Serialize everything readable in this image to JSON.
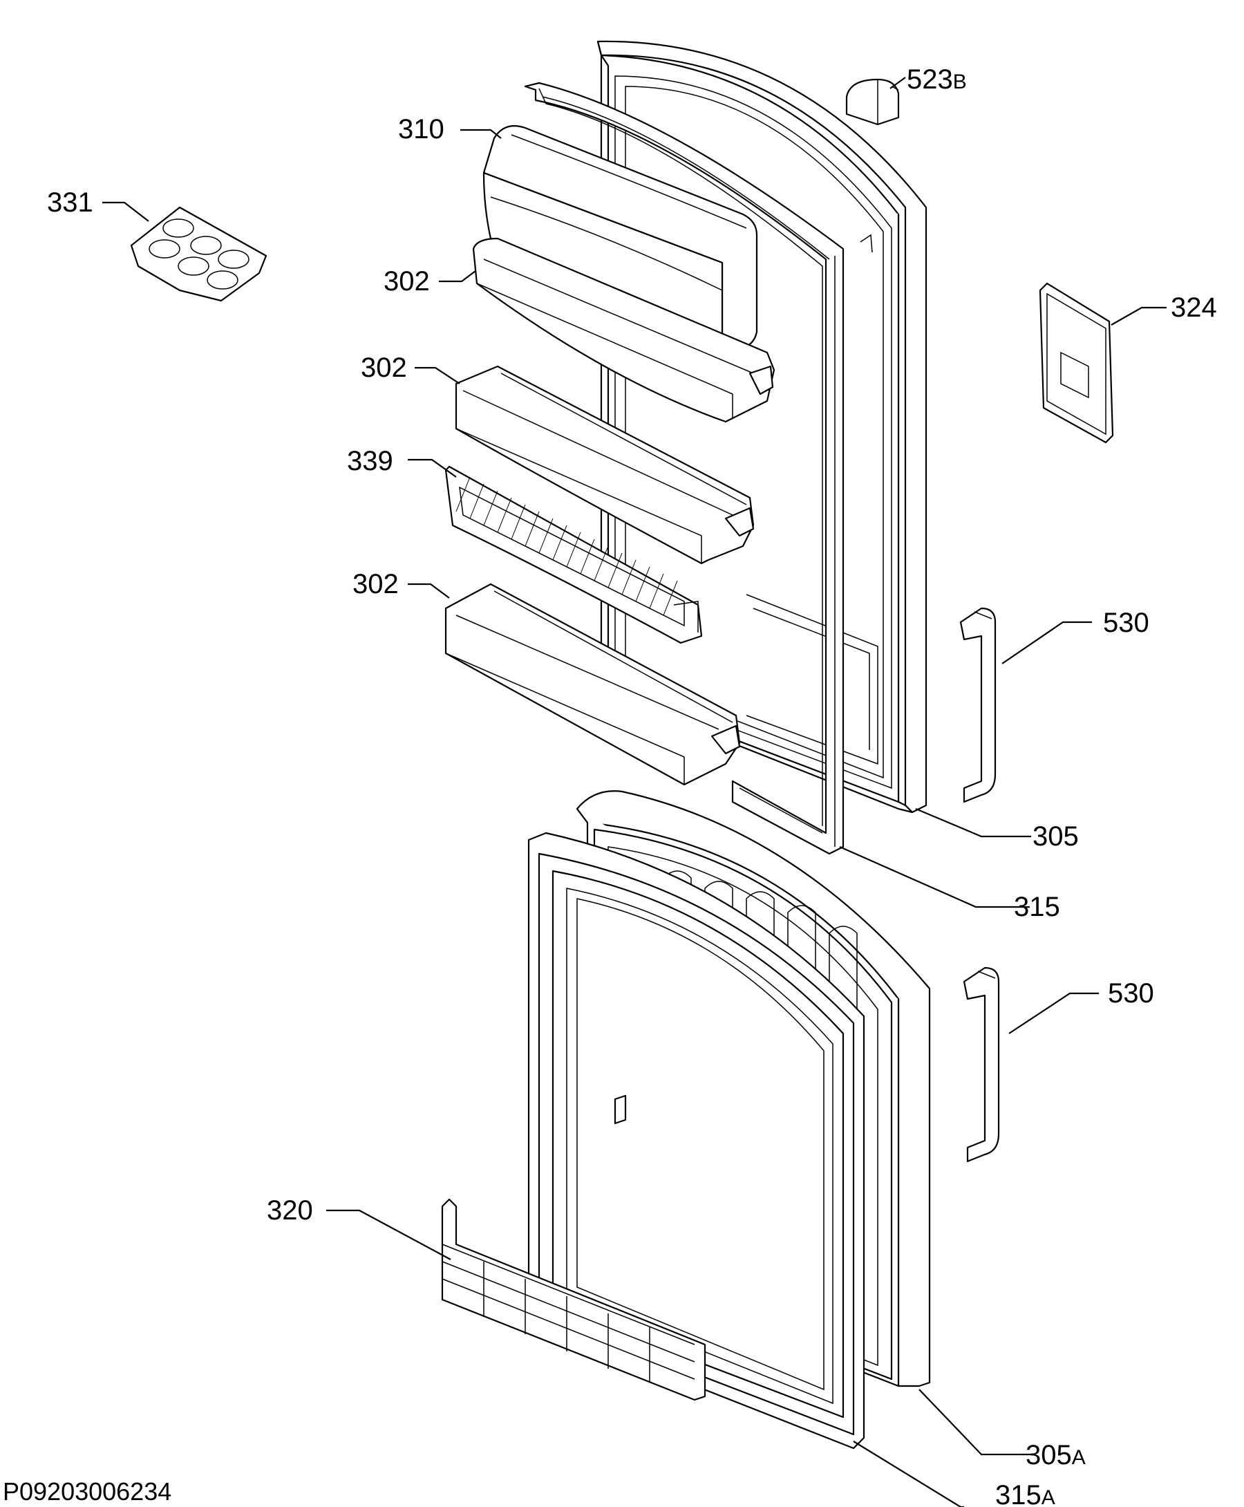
{
  "diagram": {
    "drawing_code": "P09203006234",
    "labels": {
      "p523b": {
        "num": "523",
        "suffix": "B"
      },
      "p310": {
        "num": "310",
        "suffix": ""
      },
      "p331": {
        "num": "331",
        "suffix": ""
      },
      "p302a": {
        "num": "302",
        "suffix": ""
      },
      "p324": {
        "num": "324",
        "suffix": ""
      },
      "p302b": {
        "num": "302",
        "suffix": ""
      },
      "p339": {
        "num": "339",
        "suffix": ""
      },
      "p302c": {
        "num": "302",
        "suffix": ""
      },
      "p530a": {
        "num": "530",
        "suffix": ""
      },
      "p305": {
        "num": "305",
        "suffix": ""
      },
      "p315": {
        "num": "315",
        "suffix": ""
      },
      "p530b": {
        "num": "530",
        "suffix": ""
      },
      "p320": {
        "num": "320",
        "suffix": ""
      },
      "p305a": {
        "num": "305",
        "suffix": "A"
      },
      "p315a": {
        "num": "315",
        "suffix": "A"
      }
    }
  }
}
